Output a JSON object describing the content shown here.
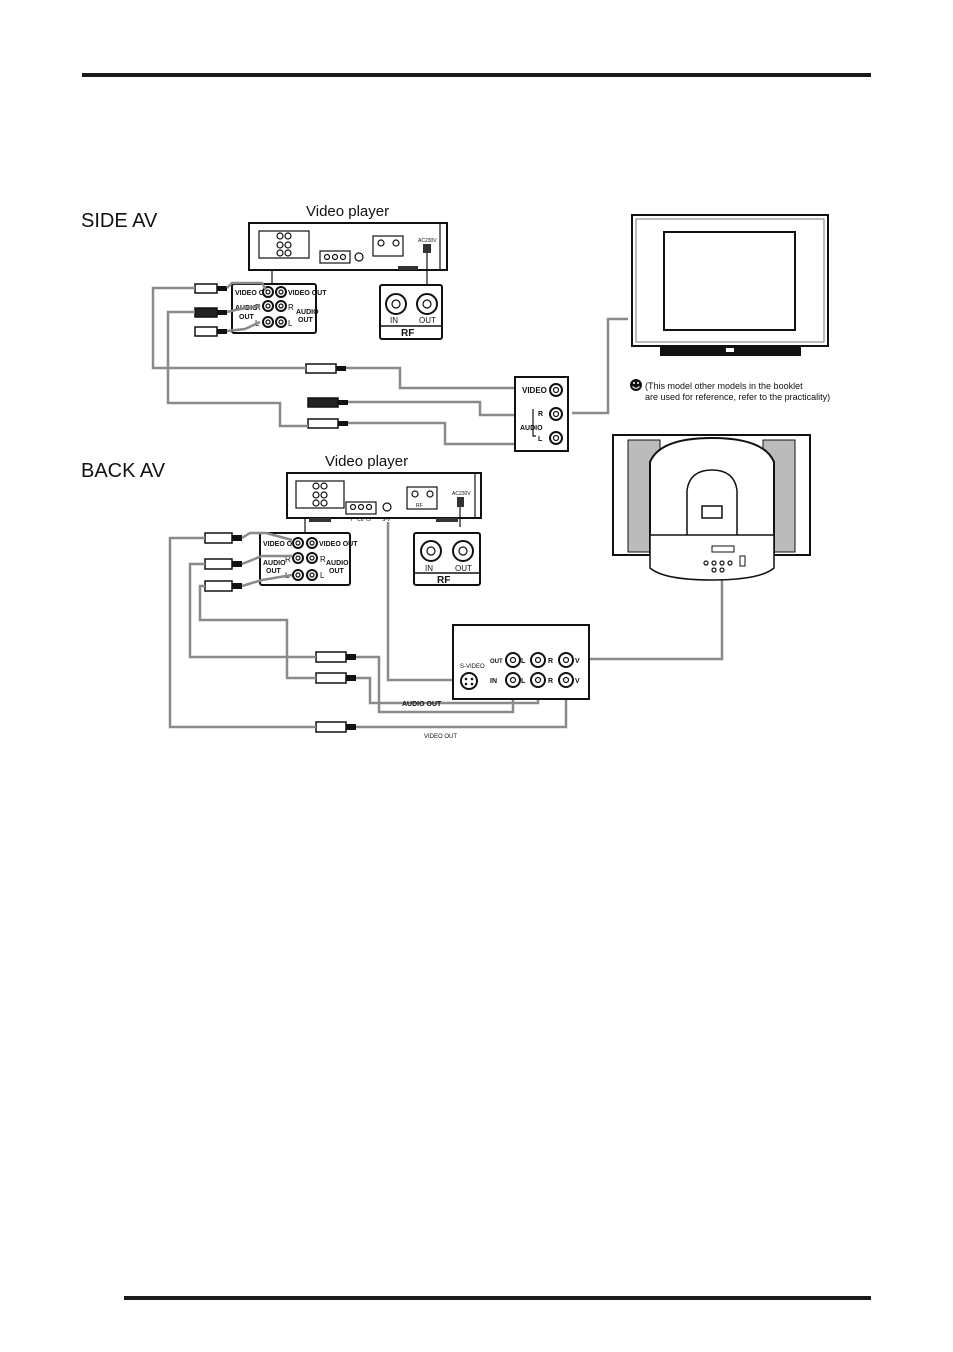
{
  "section_side": "SIDE AV",
  "section_back": "BACK AV",
  "player_title": "Video player",
  "labels": {
    "video_out": "VIDEO OUT",
    "audio_out": "AUDIO OUT",
    "audio": "AUDIO",
    "video": "VIDEO",
    "r": "R",
    "l": "L",
    "v": "V",
    "in": "IN",
    "out": "OUT",
    "rf": "RF",
    "s_video": "S-VIDEO",
    "s_v": "S-V",
    "ac": "AC230V",
    "y": "Y",
    "cb": "Cb",
    "cr": "Cr",
    "audio_out_wire": "AUDIO OUT",
    "video_out_wire": "VIDEO OUT"
  },
  "note_line1": "(This model other models in the booklet",
  "note_line2": "are used for reference, refer to the practicality)",
  "note_icon": "smiley-icon",
  "colors": {
    "ink": "#111111",
    "cable": "#8a8a8a",
    "rule": "#1a1a1a"
  }
}
